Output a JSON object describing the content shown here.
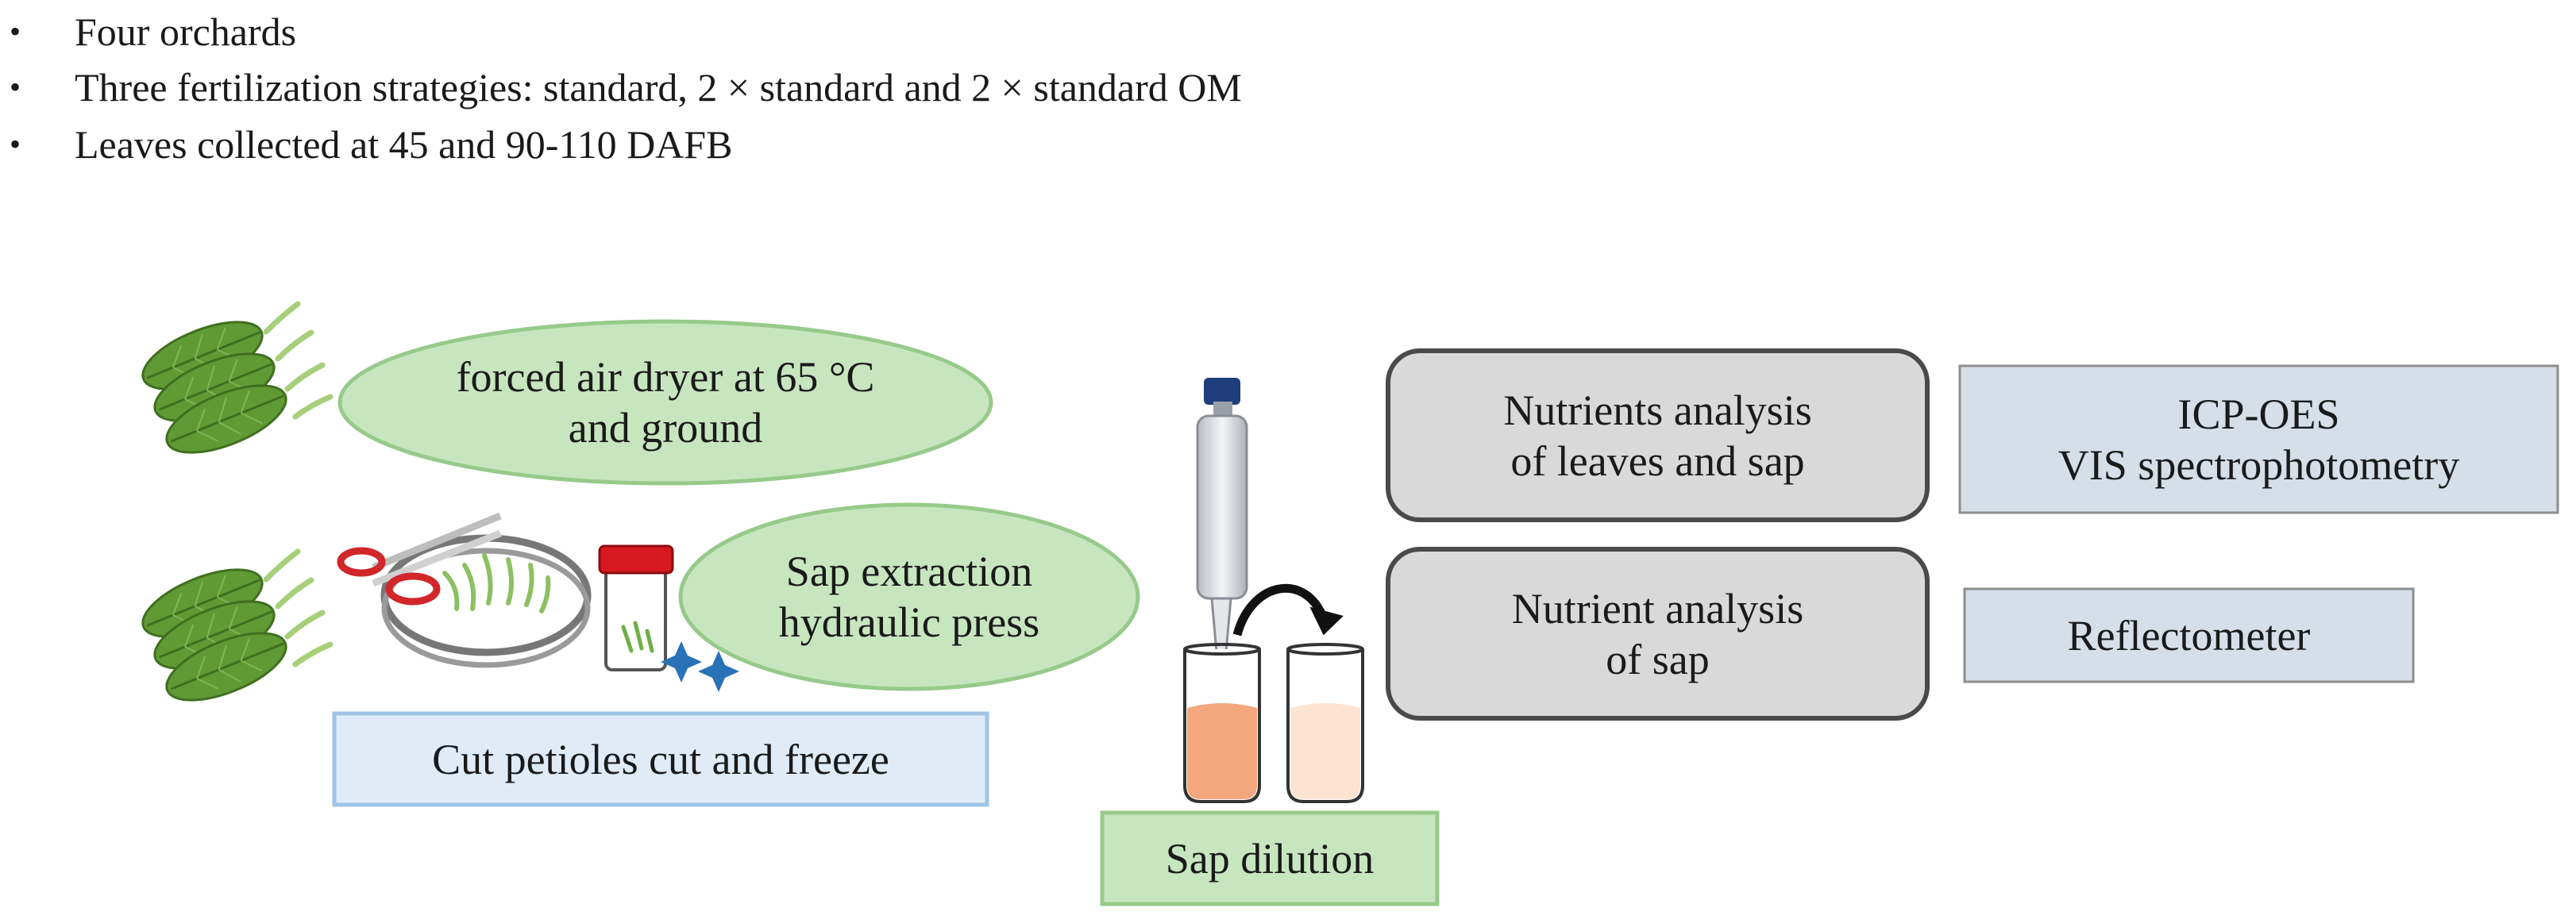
{
  "bullets": [
    "Four orchards",
    "Three fertilization strategies: standard, 2 × standard and 2 × standard OM",
    "Leaves collected at  45 and 90-110  DAFB"
  ],
  "bullet_glyph": "•",
  "nodes": {
    "dryer": "forced air dryer at 65 °C\nand ground",
    "sap_extraction": "Sap extraction\nhydraulic press",
    "cut_petioles": "Cut petioles cut and freeze",
    "sap_dilution": "Sap dilution",
    "nutrients_leaves_sap": "Nutrients analysis\nof leaves and sap",
    "nutrient_sap": "Nutrient analysis\nof sap",
    "icp_vis": "ICP-OES\nVIS spectrophotometry",
    "reflectometer": "Reflectometer"
  },
  "colors": {
    "green_fill": "#c7e6bf",
    "green_border": "#97ca8a",
    "blue_fill": "#dfecf8",
    "blue_border": "#9fc4e6",
    "gray_fill": "#d9d9d9",
    "gray_border": "#4a4a4a",
    "slate_fill": "#d6dfe8",
    "slate_border": "#8e8e8e",
    "leaf": "#5f9a35"
  }
}
